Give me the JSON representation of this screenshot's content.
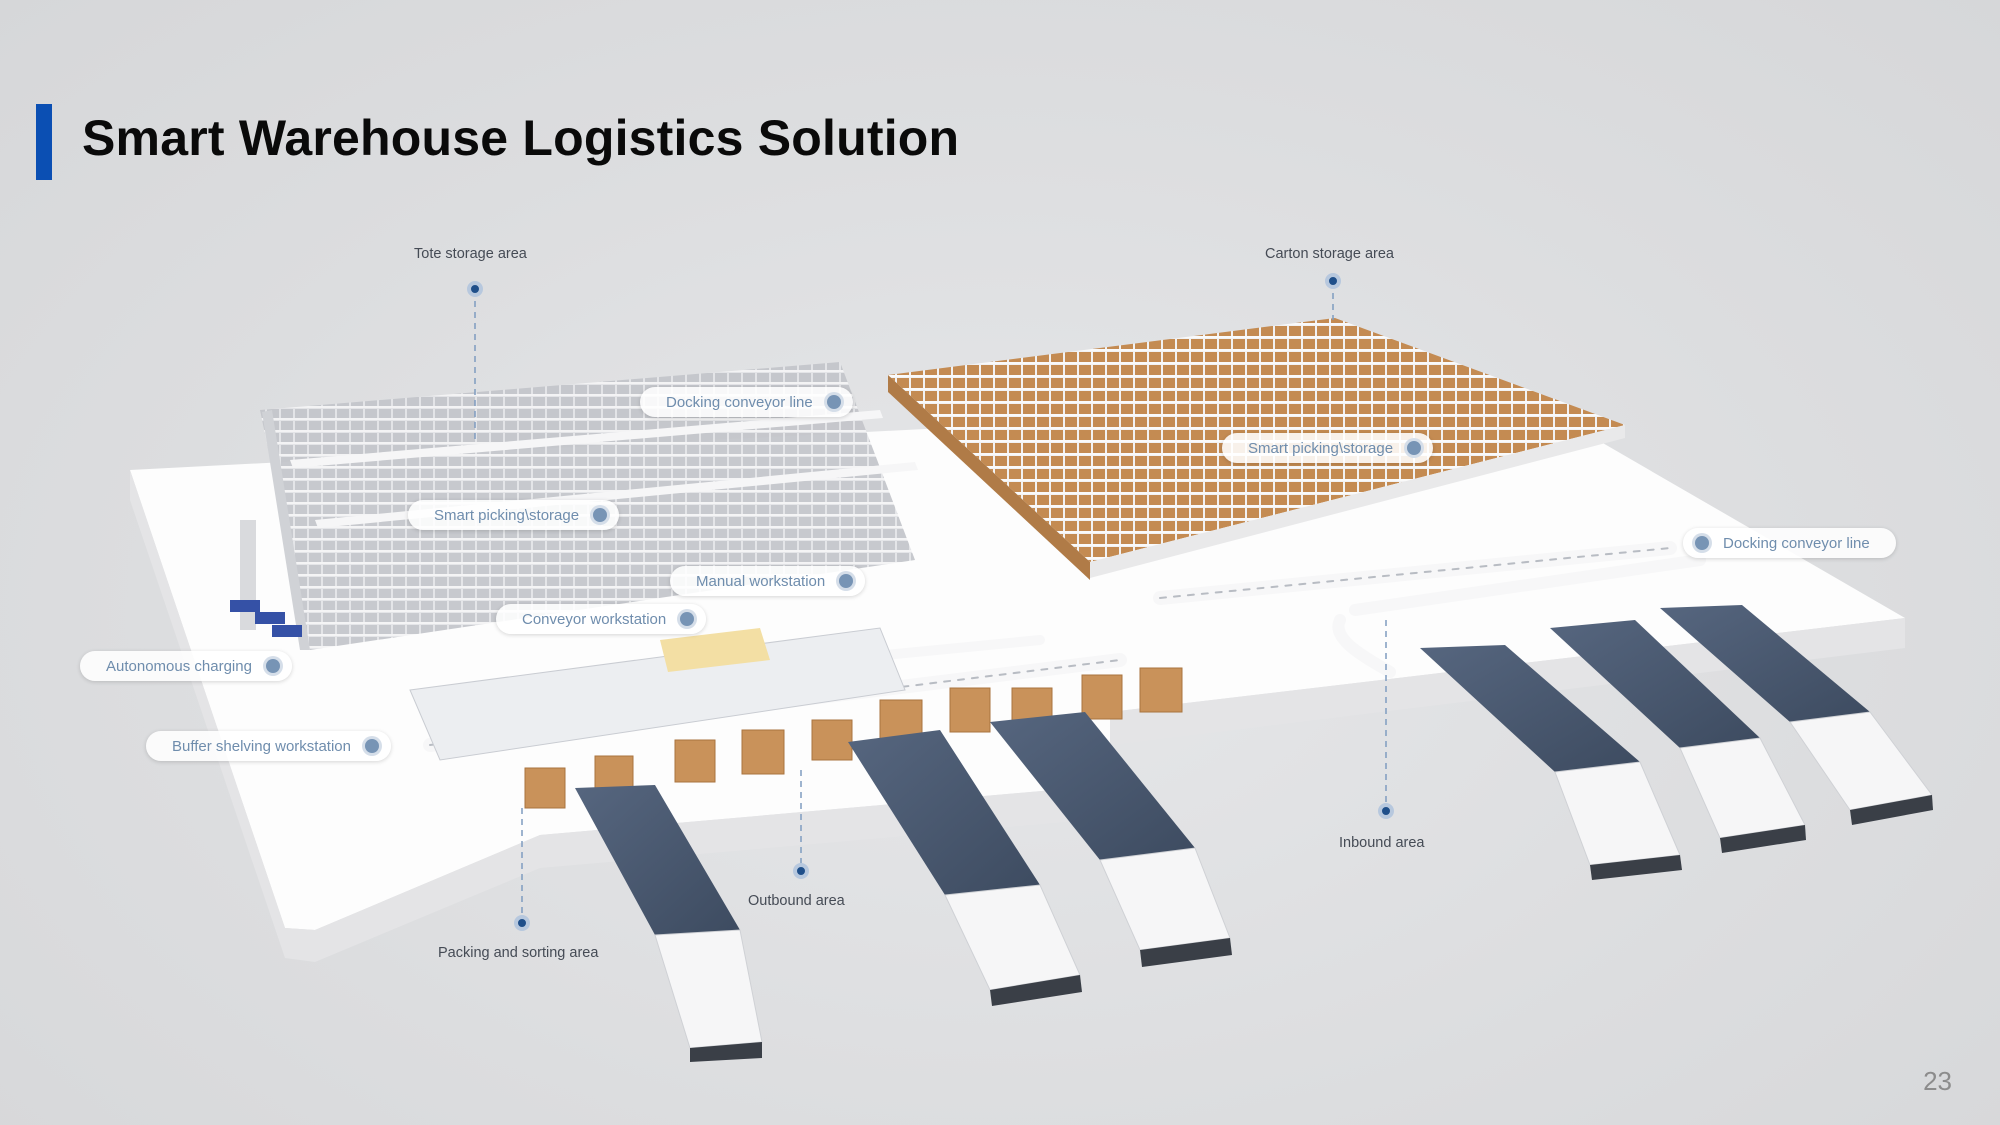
{
  "header": {
    "title": "Smart Warehouse Logistics Solution"
  },
  "page_number": "23",
  "zones": {
    "tote_storage": "Tote storage area",
    "carton_storage": "Carton storage area",
    "inbound": "Inbound area",
    "outbound": "Outbound area",
    "packing_sorting": "Packing and sorting area"
  },
  "callouts": {
    "docking_conveyor_left": "Docking conveyor line",
    "smart_picking_right": "Smart picking\\storage",
    "smart_picking_left": "Smart picking\\storage",
    "manual_workstation": "Manual workstation",
    "conveyor_workstation": "Conveyor workstation",
    "autonomous_charging": "Autonomous charging",
    "buffer_shelving": "Buffer shelving workstation",
    "docking_conveyor_right": "Docking conveyor line"
  },
  "colors": {
    "accent": "#0b4fb3",
    "marker": "#1f4f8a",
    "pill_text": "#6f8dad",
    "carton": "#c9925a",
    "truck_container": "#4a5a72"
  }
}
